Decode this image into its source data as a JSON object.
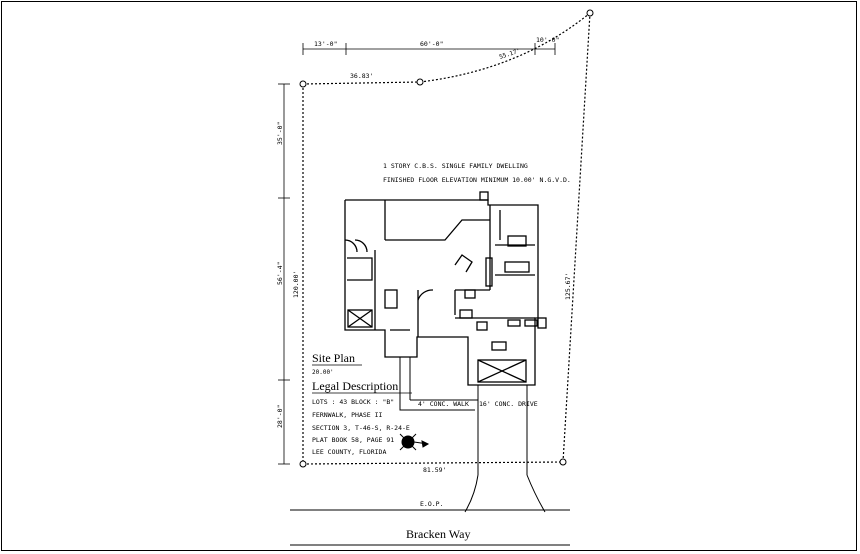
{
  "dimensions_top": {
    "left": "13'-0\"",
    "mid": "60'-0\"",
    "right": "10'-0\"",
    "bearing": "36.83'",
    "arc": "55.17'"
  },
  "dimensions_left": {
    "top": "35'-0\"",
    "mid": "56'-4\"",
    "bottom": "28'-0\"",
    "total": "120.00'"
  },
  "dimensions_right": {
    "length": "125.67'"
  },
  "dimensions_bottom": {
    "length": "81.59'"
  },
  "building_note": {
    "line1": "1 STORY C.B.S. SINGLE FAMILY DWELLING",
    "line2": "FINISHED FLOOR ELEVATION MINIMUM 10.00' N.G.V.D."
  },
  "site_plan": {
    "title": "Site Plan",
    "scale": "20.00'"
  },
  "legal": {
    "title": "Legal Description",
    "lines": [
      "LOTS : 43   BLOCK : \"B\"",
      "FERNWALK, PHASE II",
      "SECTION 3, T-46-S, R-24-E",
      "PLAT BOOK 58, PAGE 91",
      "LEE COUNTY, FLORIDA"
    ]
  },
  "walk_label": "4' CONC. WALK",
  "drive_label": "16' CONC. DRIVE",
  "eop_label": "E.O.P.",
  "street_name": "Bracken Way"
}
